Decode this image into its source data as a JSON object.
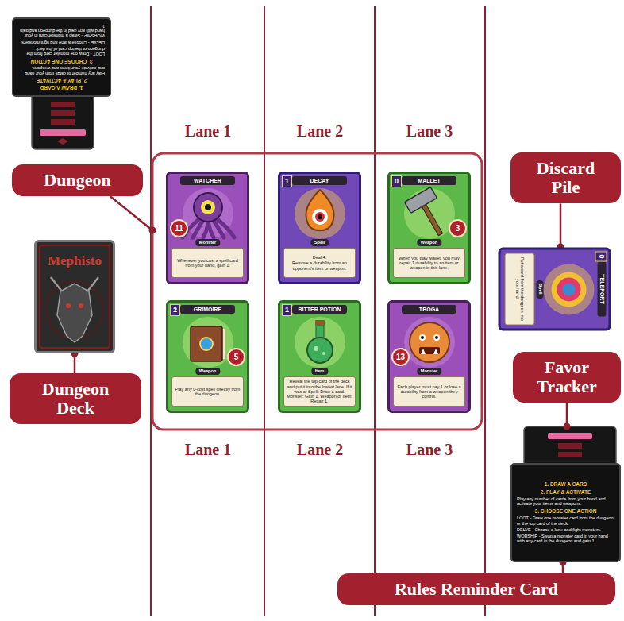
{
  "diagram": {
    "nodes": [
      {
        "text": [
          "1. DRAW A CARD",
          "2. PLAY & ACTIVATE",
          "Play any number of cards from your hand and activate your items and weapons.",
          "3. CHOOSE ONE ACTION",
          "LOOT - Draw one monster card from the dungeon or the top card of the deck.",
          "DELVE - Choose a lane and fight monsters.",
          "WORSHIP - Swap a monster card in your hand with any card in the dungeon and gain 1."
        ]
      },
      {
        "text": [
          "Dungeon"
        ]
      },
      {
        "text": [
          "WATCHER",
          "11",
          "Monster",
          "Whenever you cast a spell card from your hand, gain 1."
        ]
      },
      {
        "text": [
          "DECAY",
          "1",
          "Spell",
          "Deal 4.",
          "Remove a durability from an opponent's item or weapon."
        ]
      },
      {
        "text": [
          "MALLET",
          "0",
          "3",
          "Weapon",
          "When you play Mallet, you may repair 1 durability to an item or weapon in this lane."
        ]
      },
      {
        "text": [
          "Discard Pile"
        ]
      },
      {
        "text": [
          "Mephisto"
        ]
      },
      {
        "text": [
          "TELEPORT",
          "0",
          "Spell",
          "Put a card from the dungeon into your hand."
        ]
      },
      {
        "text": [
          "GRIMOIRE",
          "2",
          "5",
          "Weapon",
          "Play any 0-cost spell directly from the dungeon."
        ]
      },
      {
        "text": [
          "BITTER POTION",
          "1",
          "Item",
          "Reveal the top card of the deck and put it into the lowest lane. If it was a: Spell: Draw a card. Monster: Gain 1. Weapon or Item: Repair 1."
        ]
      },
      {
        "text": [
          "TBOGA",
          "13",
          "Monster",
          "Each player must pay 1 or lose a durability from a weapon they control."
        ]
      },
      {
        "text": [
          "Favor Tracker"
        ]
      },
      {
        "text": [
          "Dungeon Deck"
        ]
      },
      {
        "text": [
          "1. DRAW A CARD",
          "2. PLAY & ACTIVATE",
          "Play any number of cards from your hand and activate your items and weapons.",
          "3. CHOOSE ONE ACTION",
          "LOOT - Draw one monster card from the dungeon or the top card of the deck.",
          "DELVE - Choose a lane and fight monsters.",
          "WORSHIP - Swap a monster card in your hand with any card in the dungeon and gain 1."
        ]
      },
      {
        "text": [
          "Rules Reminder Card"
        ]
      }
    ],
    "edges": [
      {
        "from": 12,
        "to": 6,
        "arrow": "none"
      },
      {
        "from": 5,
        "to": 7,
        "arrow": "none"
      },
      {
        "from": 14,
        "to": 13,
        "arrow": "none"
      }
    ],
    "labels": [
      "Lane 1",
      "Lane 2",
      "Lane 3",
      "Lane 1",
      "Lane 2",
      "Lane 3"
    ]
  }
}
